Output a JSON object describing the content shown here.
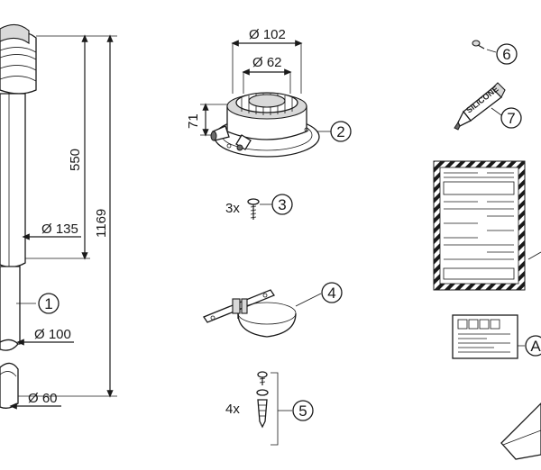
{
  "dimensions": {
    "d102": "Ø 102",
    "d62": "Ø 62",
    "h71": "71",
    "h550": "550",
    "h1169": "1169",
    "d135": "Ø 135",
    "d100": "Ø 100",
    "d60": "Ø 60"
  },
  "callouts": {
    "c1": "1",
    "c2": "2",
    "c3": "3",
    "c4": "4",
    "c5": "5",
    "c6": "6",
    "c7": "7",
    "cA": "A"
  },
  "quantities": {
    "q3": "3x",
    "q5": "4x"
  },
  "tube_text": "SILICONE"
}
